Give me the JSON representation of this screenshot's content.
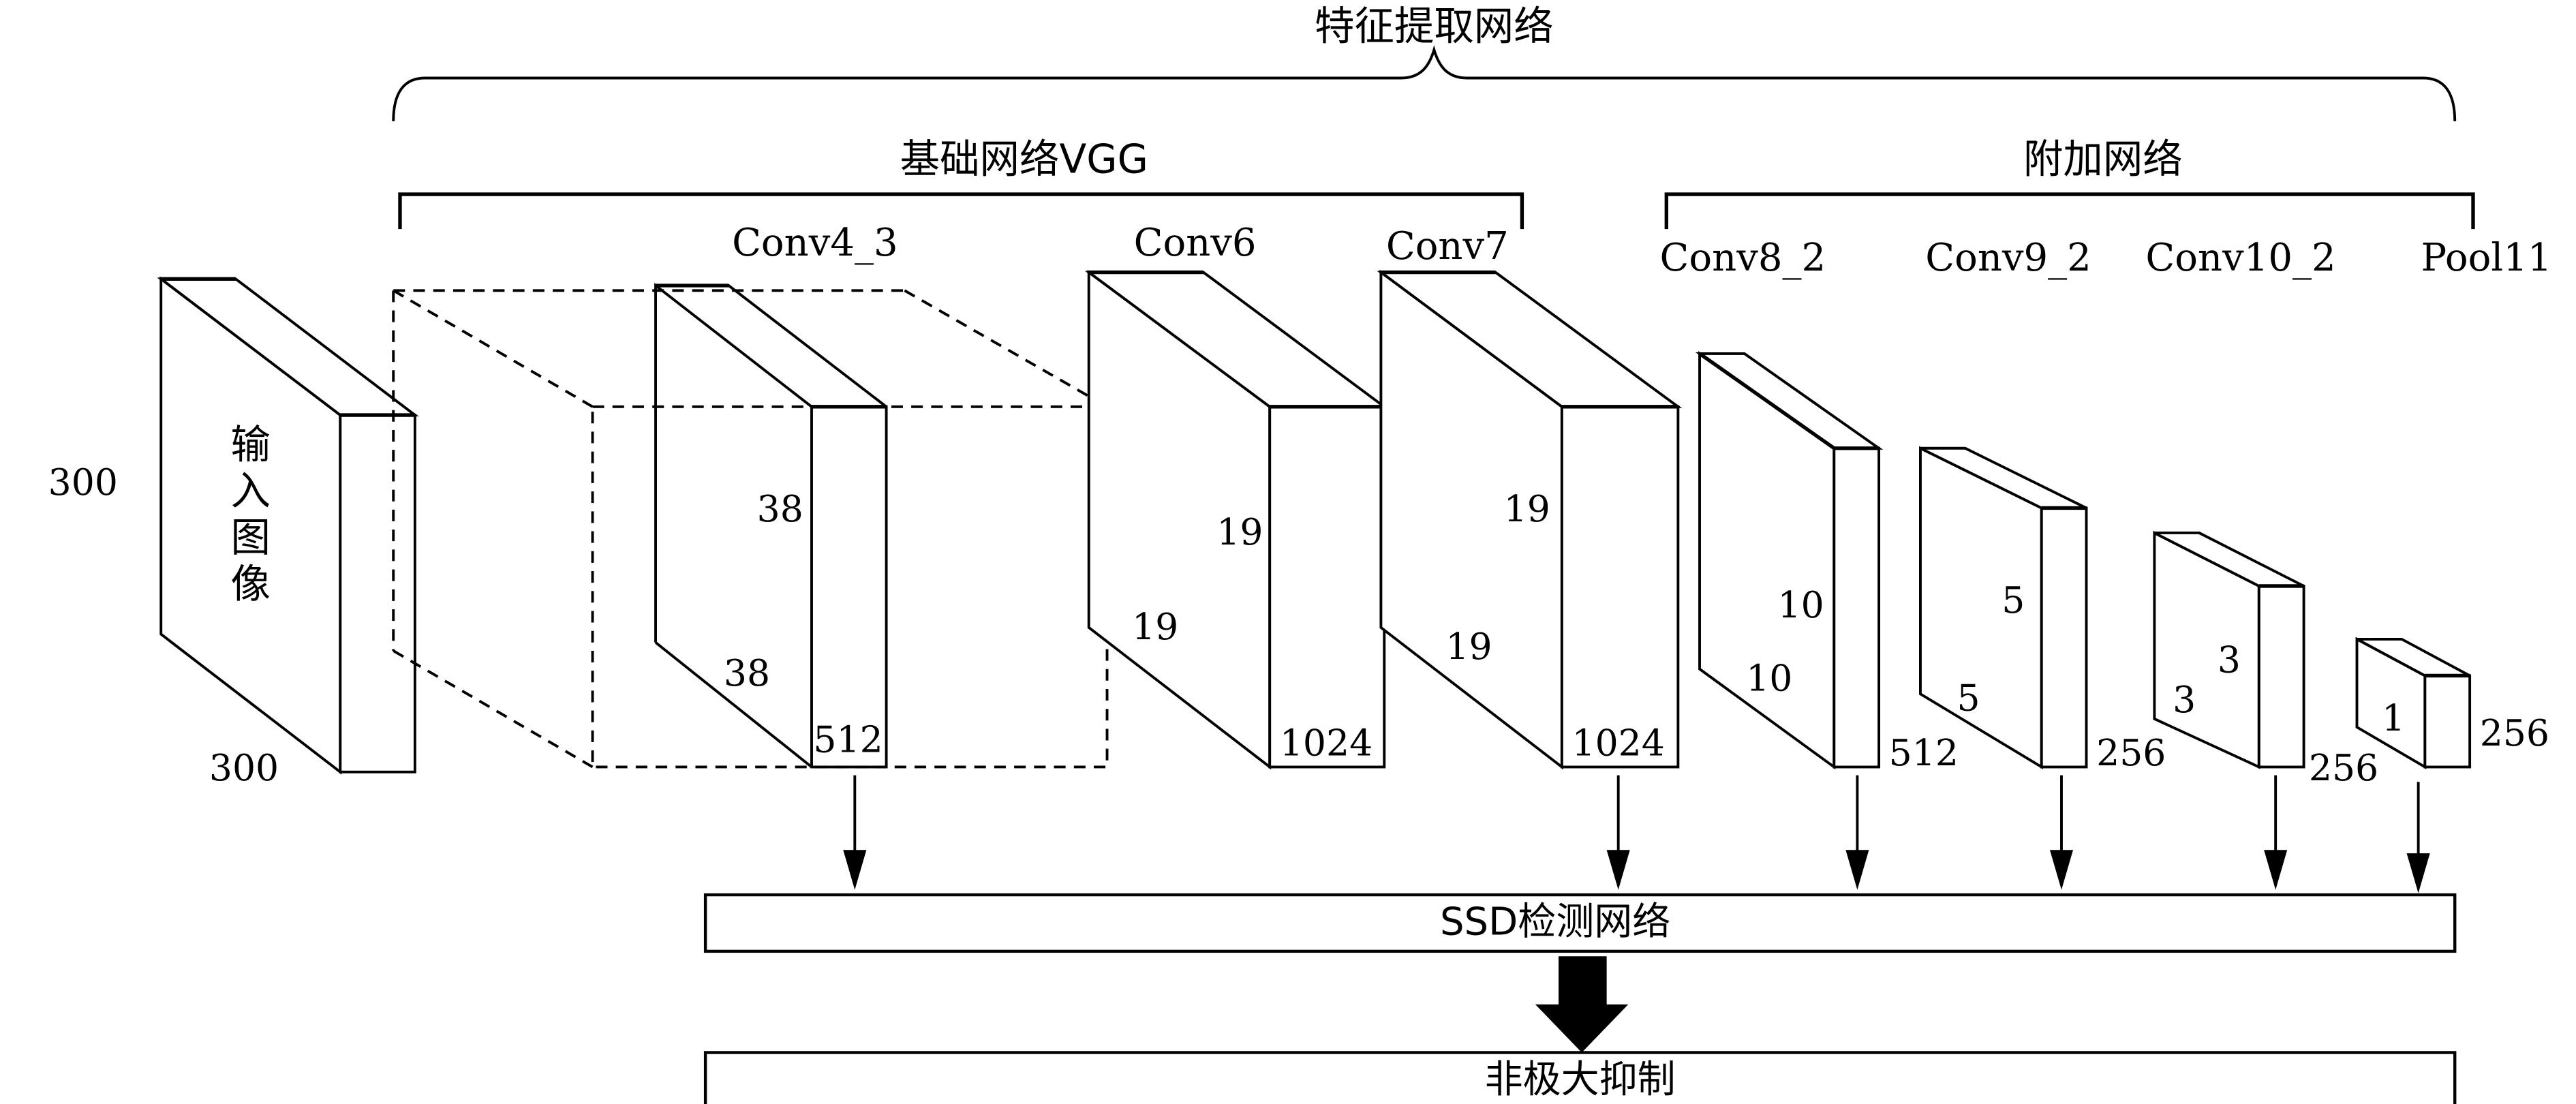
{
  "title": "特征提取网络",
  "groups": {
    "base": {
      "label": "基础网络VGG"
    },
    "extra": {
      "label": "附加网络"
    }
  },
  "input": {
    "label": "输入图像",
    "label_chars": [
      "输",
      "入",
      "图",
      "像"
    ],
    "height": "300",
    "width": "300"
  },
  "layers": [
    {
      "name": "Conv4_3",
      "h": "38",
      "w": "38",
      "c": "512",
      "group": "base"
    },
    {
      "name": "Conv6",
      "h": "19",
      "w": "19",
      "c": "1024",
      "group": "base"
    },
    {
      "name": "Conv7",
      "h": "19",
      "w": "19",
      "c": "1024",
      "group": "base"
    },
    {
      "name": "Conv8_2",
      "h": "10",
      "w": "10",
      "c": "512",
      "group": "extra"
    },
    {
      "name": "Conv9_2",
      "h": "5",
      "w": "5",
      "c": "256",
      "group": "extra"
    },
    {
      "name": "Conv10_2",
      "h": "3",
      "w": "3",
      "c": "256",
      "group": "extra"
    },
    {
      "name": "Pool11",
      "h": "",
      "w": "1",
      "c": "256",
      "group": "extra"
    }
  ],
  "detection": {
    "label": "SSD检测网络"
  },
  "nms": {
    "label": "非极大抑制"
  }
}
